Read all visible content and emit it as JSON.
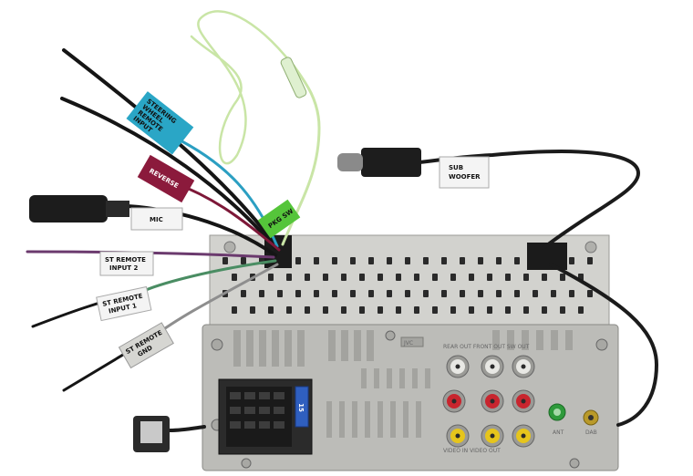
{
  "labels": {
    "steering": [
      "STEERING",
      "WHEEL",
      "REMOTE",
      "INPUT"
    ],
    "reverse": "REVERSE",
    "mic": "MIC",
    "remote_input_2": [
      "ST REMOTE",
      "INPUT 2"
    ],
    "remote_input_1": [
      "ST REMOTE",
      "INPUT 1"
    ],
    "remote_gnd": [
      "ST REMOTE",
      "GND"
    ],
    "pkg_sw": "PKG SW",
    "sub_woofer": [
      "SUB",
      "WOOFER"
    ],
    "fuse": "15",
    "panel_line_1": "REAR OUT  FRONT OUT  SW OUT",
    "panel_line_2": "VIDEO IN  VIDEO OUT",
    "ant": "ANT",
    "dab": "DAB",
    "mfr": "JVC"
  },
  "colors": {
    "steering_tag": "#2aa6c6",
    "reverse_tag": "#8b1a3c",
    "pkg_tag": "#55c53a",
    "chassis": "#c9c9c5",
    "back_panel": "#b9b9b5",
    "rca_red": "#c8252e",
    "rca_white": "#e8e8e4",
    "rca_yellow": "#e6c51c",
    "wire_green": "#c9e5a6"
  }
}
